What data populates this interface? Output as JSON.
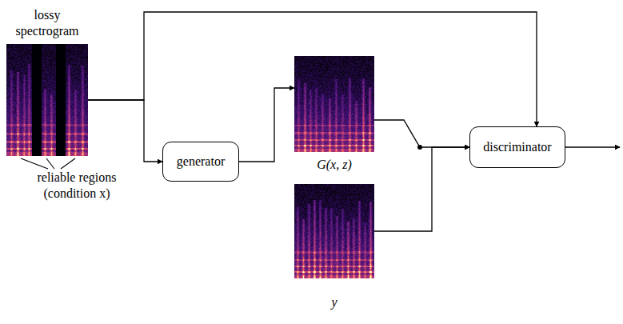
{
  "diagram": {
    "nodes": [
      {
        "text": [
          "lossy spectrogram"
        ]
      },
      {
        "text": [
          "generator"
        ]
      },
      {
        "text": [
          "G(x, z)"
        ]
      },
      {
        "text": [
          "y"
        ]
      },
      {
        "text": [
          "discriminator"
        ]
      }
    ],
    "edges": [
      {
        "from": 0,
        "to": 1,
        "arrow": "to"
      },
      {
        "from": 0,
        "to": 4,
        "arrow": "to"
      },
      {
        "from": 1,
        "to": 2,
        "arrow": "to"
      },
      {
        "from": 2,
        "to": 4,
        "arrow": "to"
      },
      {
        "from": 3,
        "to": 4,
        "arrow": "to"
      }
    ],
    "labels": [
      "reliable regions (condition x)"
    ]
  }
}
